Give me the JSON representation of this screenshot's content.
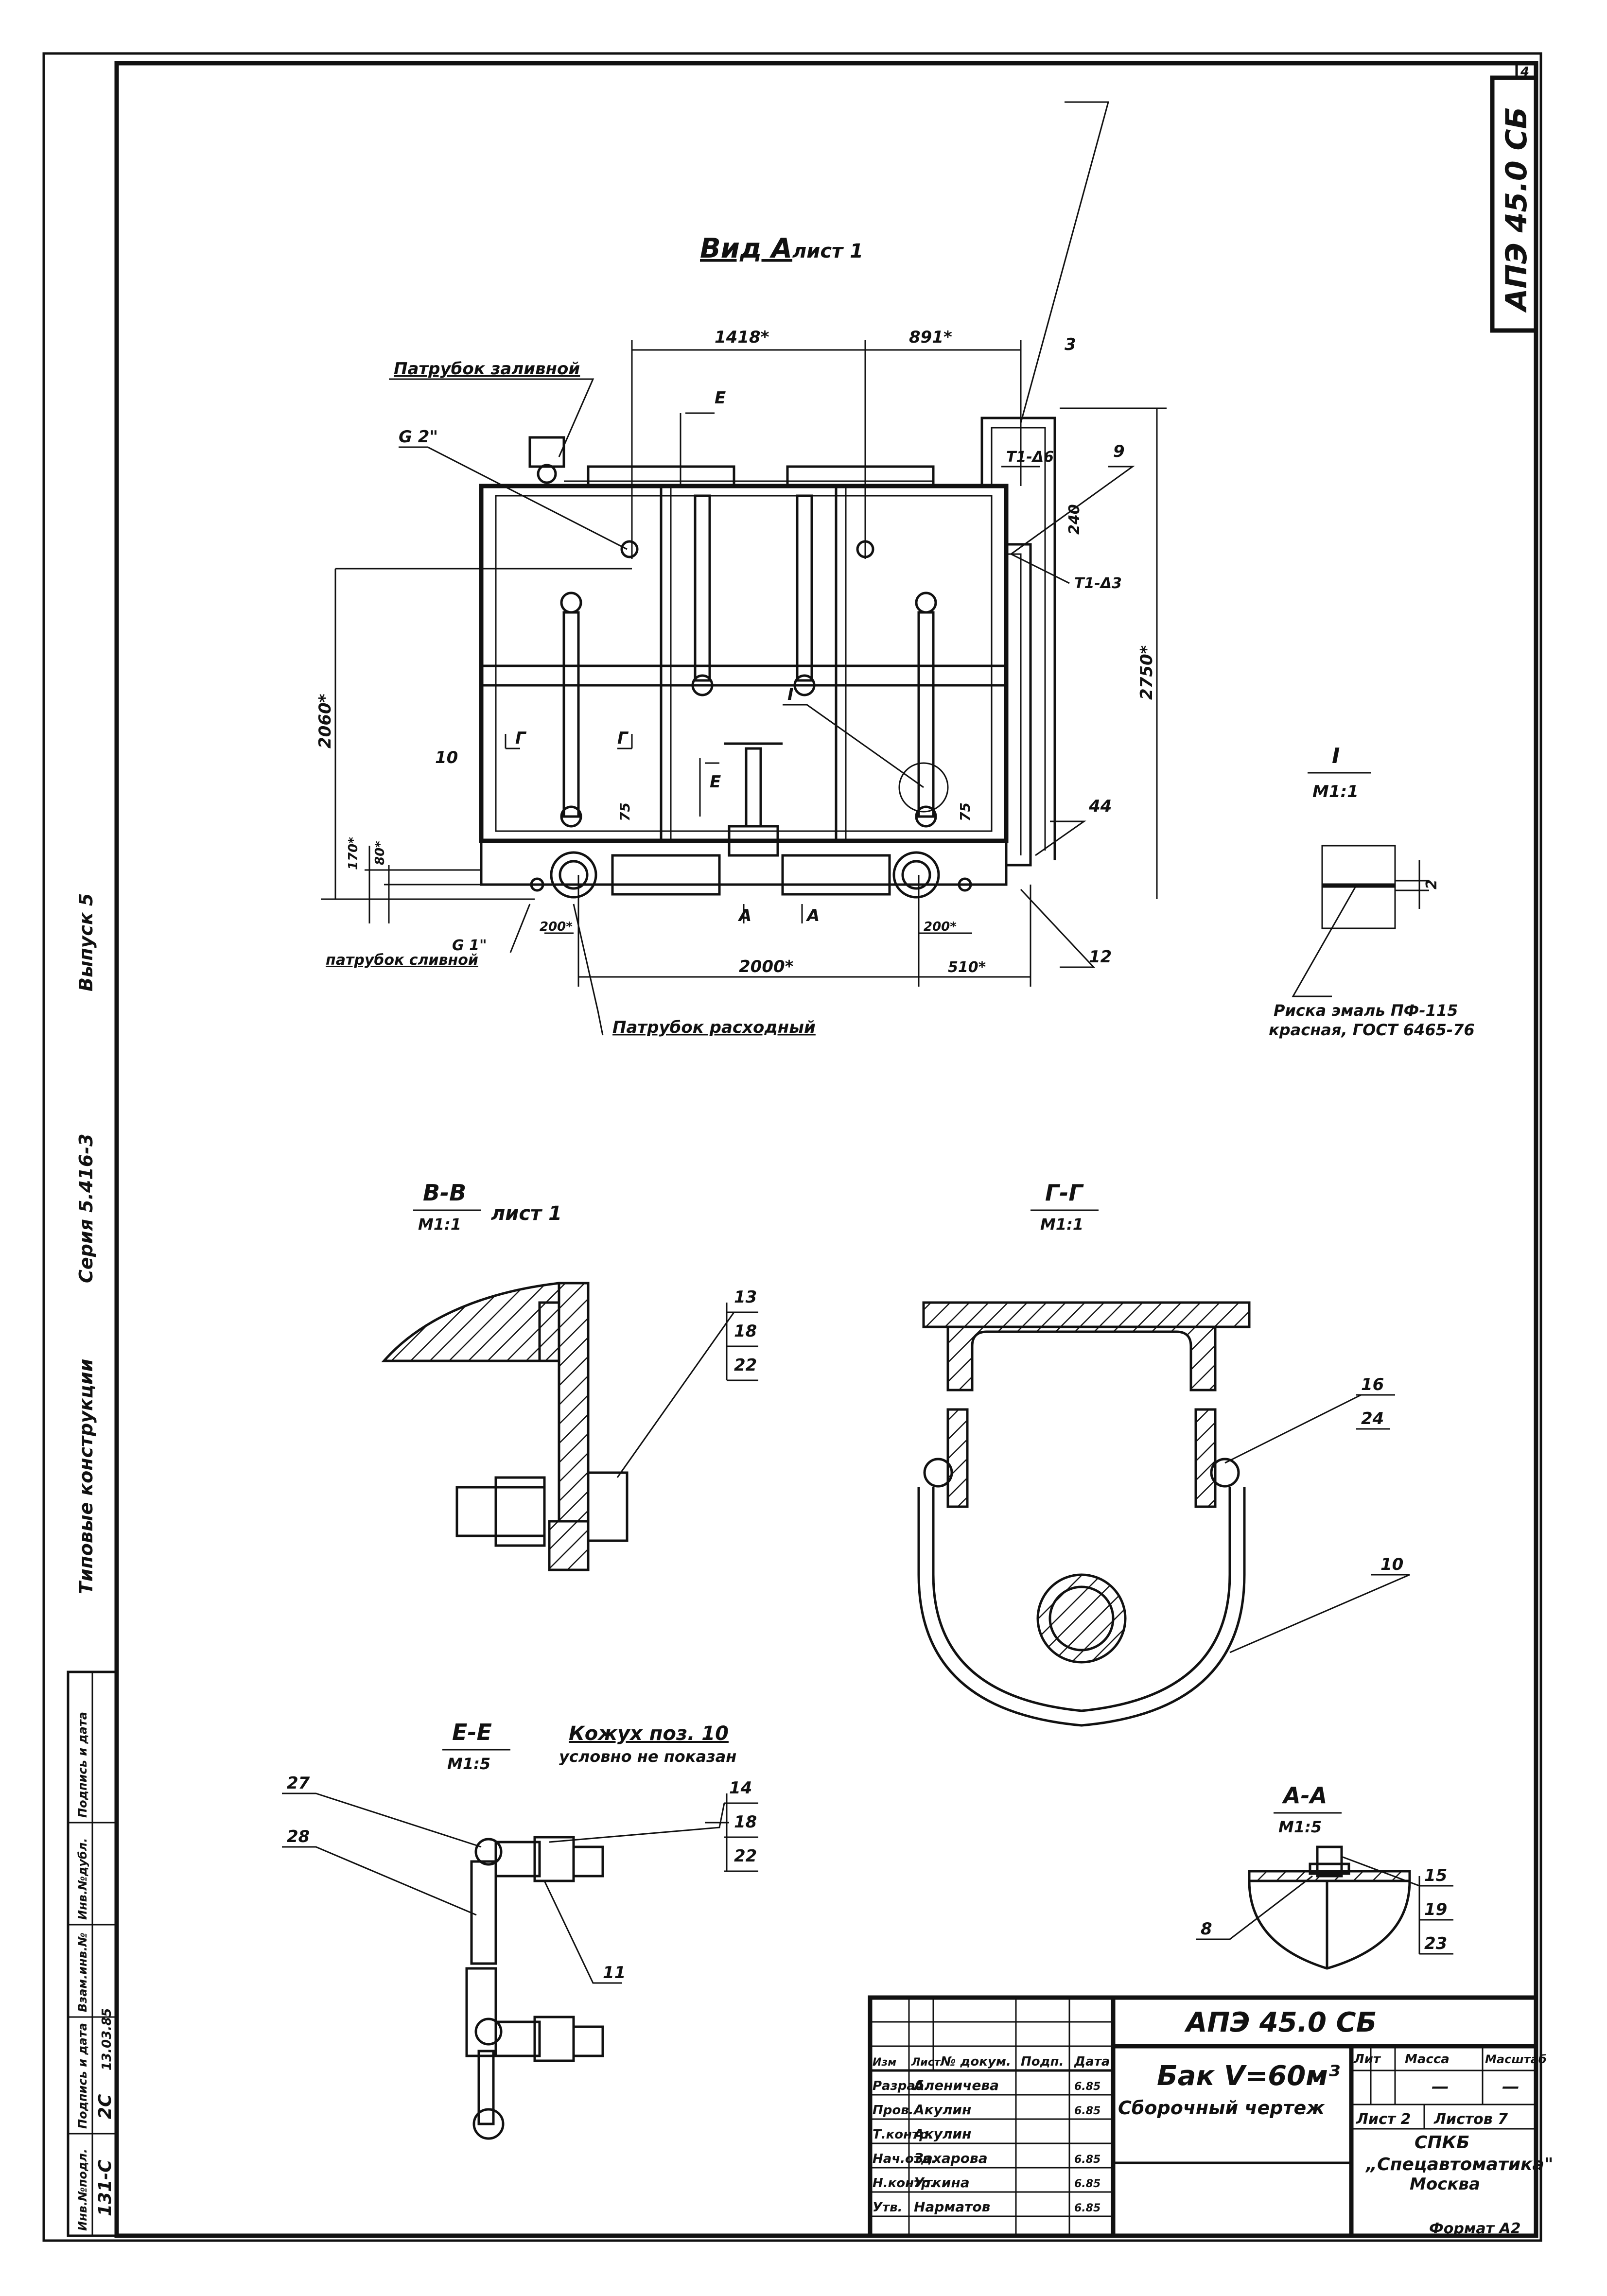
{
  "sheet_number": "4",
  "doc_code_corner": "АПЭ 45.0 СБ",
  "left_margin": {
    "vypusk": "Выпуск 5",
    "seriya": "Серия 5.416-3",
    "tipovye": "Типовые конструкции"
  },
  "left_stamp": {
    "headers": [
      "Инв.№подл.",
      "Подпись и дата",
      "Взам.инв.№",
      "Инв.№дубл.",
      "Подпись и дата"
    ],
    "inv_value": "131-С",
    "sign_value": "2С",
    "date_value": "13.03.85"
  },
  "view_a": {
    "title": "Вид А",
    "subtitle": "лист 1",
    "labels": {
      "zalivnoy": "Патрубок заливной",
      "g2": "G 2\"",
      "dim_1418": "1418*",
      "dim_891": "891*",
      "e_top": "Е",
      "pos3": "3",
      "t1_b6": "Т1-Δ6",
      "pos9": "9",
      "dim_240": "240",
      "t1_b3": "Т1-Δ3",
      "dim_2750": "2750*",
      "dim_2060": "2060*",
      "pos10": "10",
      "g_left": "Г",
      "g_right": "Г",
      "roman1": "I",
      "e_bottom": "Е",
      "dim_75a": "75",
      "dim_75b": "75",
      "pos44": "44",
      "dim_170": "170*",
      "dim_80": "80*",
      "a_left": "А",
      "a_right": "А",
      "g1": "G 1\"",
      "slivnoy": "патрубок сливной",
      "dim_200a": "200*",
      "dim_200b": "200*",
      "dim_2000": "2000*",
      "dim_510": "510*",
      "pos12": "12",
      "raskhodny": "Патрубок расходный"
    }
  },
  "detail_1": {
    "title": "I",
    "scale": "М1:1",
    "dim": "2",
    "note_line1": "Риска эмаль ПФ-115",
    "note_line2": "красная, ГОСТ 6465-76"
  },
  "section_vv": {
    "title": "В-В",
    "scale": "М1:1",
    "subtitle": "лист 1",
    "positions": [
      "13",
      "18",
      "22"
    ]
  },
  "section_gg": {
    "title": "Г-Г",
    "scale": "М1:1",
    "positions": [
      "16",
      "24",
      "10"
    ]
  },
  "section_ee": {
    "title": "Е-Е",
    "scale": "М1:5",
    "note_line1": "Кожух поз. 10",
    "note_line2": "условно не показан",
    "positions": [
      "14",
      "18",
      "22",
      "27",
      "28",
      "11"
    ]
  },
  "section_aa": {
    "title": "А-А",
    "scale": "М1:5",
    "positions": [
      "15",
      "19",
      "23",
      "8"
    ]
  },
  "title_block": {
    "doc_code": "АПЭ 45.0 СБ",
    "name": "Бак V=60м³",
    "doc_type": "Сборочный чертеж",
    "header_cells": [
      "Изм",
      "Лист",
      "№ докум.",
      "Подп.",
      "Дата"
    ],
    "roles": [
      {
        "role": "Разраб.",
        "name": "Аленичева",
        "date": "6.85"
      },
      {
        "role": "Пров.",
        "name": "Акулин",
        "date": "6.85"
      },
      {
        "role": "Т.контр.",
        "name": "Акулин",
        "date": ""
      },
      {
        "role": "Нач.отд.",
        "name": "Захарова",
        "date": "6.85"
      },
      {
        "role": "Н.контр.",
        "name": "Уткина",
        "date": "6.85"
      },
      {
        "role": "Утв.",
        "name": "Нарматов",
        "date": "6.85"
      }
    ],
    "lit_label": "Лит",
    "mass_label": "Масса",
    "scale_label": "Масштаб",
    "mass_value": "—",
    "scale_value": "—",
    "sheet_label": "Лист 2",
    "sheets_label": "Листов 7",
    "org_line1": "СПКБ",
    "org_line2": "„Спецавтоматика\"",
    "org_line3": "Москва",
    "format": "Формат А2"
  }
}
